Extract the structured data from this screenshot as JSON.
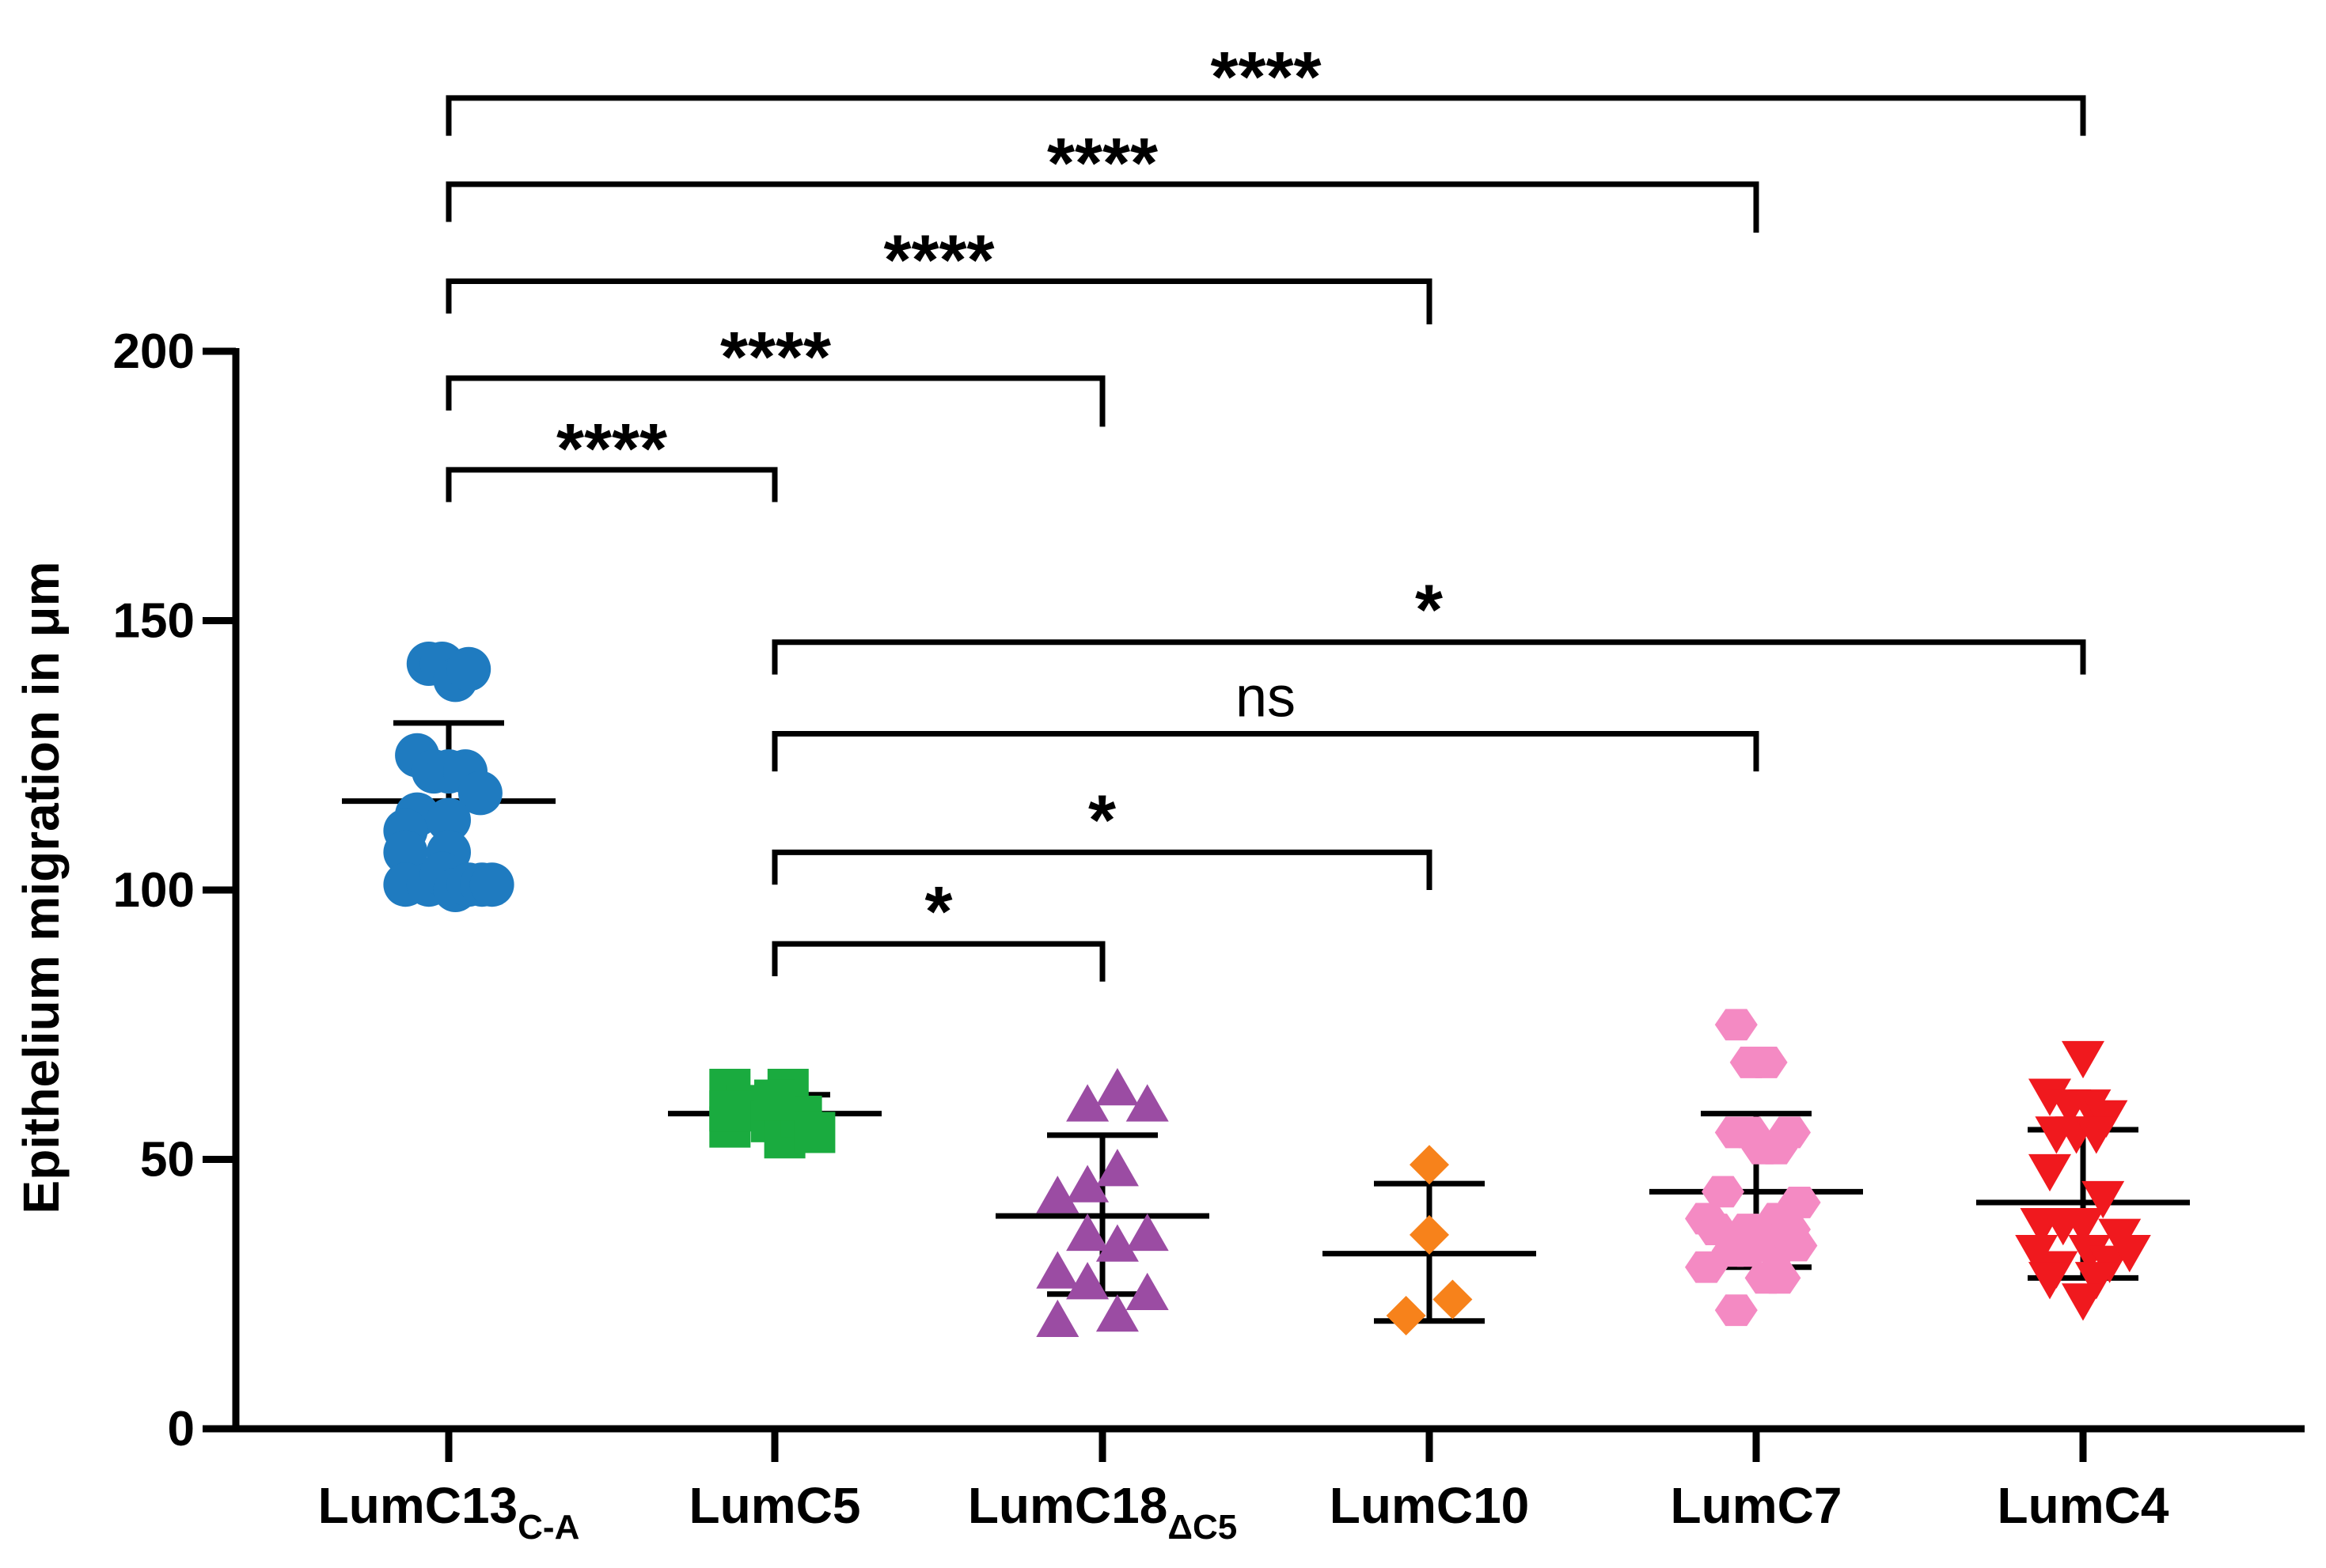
{
  "chart_data": {
    "type": "scatter",
    "ylabel": "Epithelium migration in μm",
    "ylim": [
      0,
      200
    ],
    "yticks": [
      0,
      50,
      100,
      150,
      200
    ],
    "grid": false,
    "categories": [
      {
        "main": "LumC13",
        "sub": "C-A"
      },
      {
        "main": "LumC5",
        "sub": ""
      },
      {
        "main": "LumC18",
        "sub": "ΔC5"
      },
      {
        "main": "LumC10",
        "sub": ""
      },
      {
        "main": "LumC7",
        "sub": ""
      },
      {
        "main": "LumC4",
        "sub": ""
      }
    ],
    "series": [
      {
        "category": "LumC13C-A",
        "marker": "circle",
        "color": "#1f7bc0",
        "mean": 116.5,
        "sd_low": 102,
        "sd_high": 131,
        "points": [
          {
            "dx": -0.12,
            "y": 142
          },
          {
            "dx": -0.04,
            "y": 142
          },
          {
            "dx": 0.04,
            "y": 139
          },
          {
            "dx": 0.12,
            "y": 141
          },
          {
            "dx": -0.19,
            "y": 125
          },
          {
            "dx": -0.09,
            "y": 122
          },
          {
            "dx": 0.0,
            "y": 122
          },
          {
            "dx": 0.1,
            "y": 122
          },
          {
            "dx": 0.19,
            "y": 118
          },
          {
            "dx": -0.19,
            "y": 114
          },
          {
            "dx": -0.26,
            "y": 111
          },
          {
            "dx": 0.0,
            "y": 113
          },
          {
            "dx": -0.26,
            "y": 107
          },
          {
            "dx": 0.0,
            "y": 107
          },
          {
            "dx": -0.26,
            "y": 101
          },
          {
            "dx": -0.12,
            "y": 101
          },
          {
            "dx": -0.04,
            "y": 103
          },
          {
            "dx": 0.04,
            "y": 100
          },
          {
            "dx": 0.12,
            "y": 101
          },
          {
            "dx": 0.2,
            "y": 101
          },
          {
            "dx": 0.26,
            "y": 101
          }
        ]
      },
      {
        "category": "LumC5",
        "marker": "square",
        "color": "#1aab3f",
        "mean": 58.5,
        "sd_low": 56.5,
        "sd_high": 62,
        "points": [
          {
            "dx": -0.27,
            "y": 63
          },
          {
            "dx": -0.27,
            "y": 56
          },
          {
            "dx": -0.17,
            "y": 60
          },
          {
            "dx": -0.1,
            "y": 59
          },
          {
            "dx": -0.02,
            "y": 57
          },
          {
            "dx": 0.06,
            "y": 60
          },
          {
            "dx": 0.08,
            "y": 63
          },
          {
            "dx": 0.06,
            "y": 54
          },
          {
            "dx": 0.16,
            "y": 58
          },
          {
            "dx": 0.24,
            "y": 55
          },
          {
            "dx": -0.27,
            "y": 59
          },
          {
            "dx": 0.0,
            "y": 61
          }
        ]
      },
      {
        "category": "LumC18ΔC5",
        "marker": "triangle-up",
        "color": "#9b4ca3",
        "mean": 39.5,
        "sd_low": 25,
        "sd_high": 54.5,
        "points": [
          {
            "dx": -0.09,
            "y": 60
          },
          {
            "dx": 0.09,
            "y": 63
          },
          {
            "dx": 0.27,
            "y": 60
          },
          {
            "dx": -0.27,
            "y": 43
          },
          {
            "dx": -0.09,
            "y": 45
          },
          {
            "dx": 0.09,
            "y": 48
          },
          {
            "dx": 0.27,
            "y": 36
          },
          {
            "dx": -0.09,
            "y": 36
          },
          {
            "dx": 0.09,
            "y": 34
          },
          {
            "dx": -0.27,
            "y": 29
          },
          {
            "dx": -0.09,
            "y": 27
          },
          {
            "dx": 0.27,
            "y": 25
          },
          {
            "dx": -0.27,
            "y": 20
          },
          {
            "dx": 0.09,
            "y": 21
          }
        ]
      },
      {
        "category": "LumC10",
        "marker": "diamond",
        "color": "#f7821b",
        "mean": 32.5,
        "sd_low": 20,
        "sd_high": 45.5,
        "points": [
          {
            "dx": 0.0,
            "y": 49
          },
          {
            "dx": 0.0,
            "y": 36
          },
          {
            "dx": -0.14,
            "y": 21
          },
          {
            "dx": 0.14,
            "y": 24
          }
        ]
      },
      {
        "category": "LumC7",
        "marker": "hexagon",
        "color": "#f48ac3",
        "mean": 44,
        "sd_low": 30,
        "sd_high": 58.5,
        "points": [
          {
            "dx": -0.12,
            "y": 75
          },
          {
            "dx": -0.03,
            "y": 68
          },
          {
            "dx": 0.06,
            "y": 68
          },
          {
            "dx": -0.12,
            "y": 55
          },
          {
            "dx": -0.04,
            "y": 55
          },
          {
            "dx": 0.04,
            "y": 52
          },
          {
            "dx": 0.12,
            "y": 52
          },
          {
            "dx": 0.2,
            "y": 55
          },
          {
            "dx": -0.2,
            "y": 44
          },
          {
            "dx": 0.26,
            "y": 42
          },
          {
            "dx": -0.3,
            "y": 39
          },
          {
            "dx": -0.24,
            "y": 37
          },
          {
            "dx": -0.05,
            "y": 37
          },
          {
            "dx": 0.13,
            "y": 39
          },
          {
            "dx": 0.2,
            "y": 37
          },
          {
            "dx": -0.14,
            "y": 33
          },
          {
            "dx": -0.05,
            "y": 33
          },
          {
            "dx": 0.04,
            "y": 35
          },
          {
            "dx": 0.12,
            "y": 33
          },
          {
            "dx": 0.24,
            "y": 34
          },
          {
            "dx": -0.3,
            "y": 30
          },
          {
            "dx": 0.06,
            "y": 28
          },
          {
            "dx": 0.14,
            "y": 28
          },
          {
            "dx": -0.12,
            "y": 22
          }
        ]
      },
      {
        "category": "LumC4",
        "marker": "triangle-down",
        "color": "#f0191e",
        "mean": 42,
        "sd_low": 28,
        "sd_high": 55.5,
        "points": [
          {
            "dx": 0.0,
            "y": 69
          },
          {
            "dx": -0.2,
            "y": 62
          },
          {
            "dx": -0.08,
            "y": 60
          },
          {
            "dx": 0.04,
            "y": 60
          },
          {
            "dx": 0.14,
            "y": 58
          },
          {
            "dx": -0.16,
            "y": 55
          },
          {
            "dx": -0.04,
            "y": 55
          },
          {
            "dx": 0.08,
            "y": 55
          },
          {
            "dx": -0.2,
            "y": 48
          },
          {
            "dx": 0.12,
            "y": 43
          },
          {
            "dx": -0.25,
            "y": 38
          },
          {
            "dx": -0.12,
            "y": 38
          },
          {
            "dx": 0.0,
            "y": 38
          },
          {
            "dx": 0.22,
            "y": 36
          },
          {
            "dx": -0.28,
            "y": 33
          },
          {
            "dx": -0.16,
            "y": 30
          },
          {
            "dx": 0.04,
            "y": 33
          },
          {
            "dx": 0.16,
            "y": 31
          },
          {
            "dx": 0.28,
            "y": 33
          },
          {
            "dx": -0.2,
            "y": 28
          },
          {
            "dx": 0.08,
            "y": 28
          },
          {
            "dx": 0.0,
            "y": 24
          }
        ]
      }
    ],
    "comparisons": [
      {
        "from": 0,
        "to": 1,
        "label": "****",
        "bracket_y": 178,
        "from_drop_y": 172,
        "to_drop_y": 172
      },
      {
        "from": 0,
        "to": 2,
        "label": "****",
        "bracket_y": 195,
        "from_drop_y": 189,
        "to_drop_y": 186
      },
      {
        "from": 0,
        "to": 3,
        "label": "****",
        "bracket_y": 213,
        "from_drop_y": 207,
        "to_drop_y": 205
      },
      {
        "from": 0,
        "to": 4,
        "label": "****",
        "bracket_y": 231,
        "from_drop_y": 224,
        "to_drop_y": 222
      },
      {
        "from": 0,
        "to": 5,
        "label": "****",
        "bracket_y": 247,
        "from_drop_y": 240,
        "to_drop_y": 240
      },
      {
        "from": 1,
        "to": 2,
        "label": "*",
        "bracket_y": 90,
        "from_drop_y": 84,
        "to_drop_y": 83
      },
      {
        "from": 1,
        "to": 3,
        "label": "*",
        "bracket_y": 107,
        "from_drop_y": 101,
        "to_drop_y": 100
      },
      {
        "from": 1,
        "to": 4,
        "label": "ns",
        "bracket_y": 129,
        "from_drop_y": 122,
        "to_drop_y": 122
      },
      {
        "from": 1,
        "to": 5,
        "label": "*",
        "bracket_y": 146,
        "from_drop_y": 140,
        "to_drop_y": 140
      }
    ]
  }
}
